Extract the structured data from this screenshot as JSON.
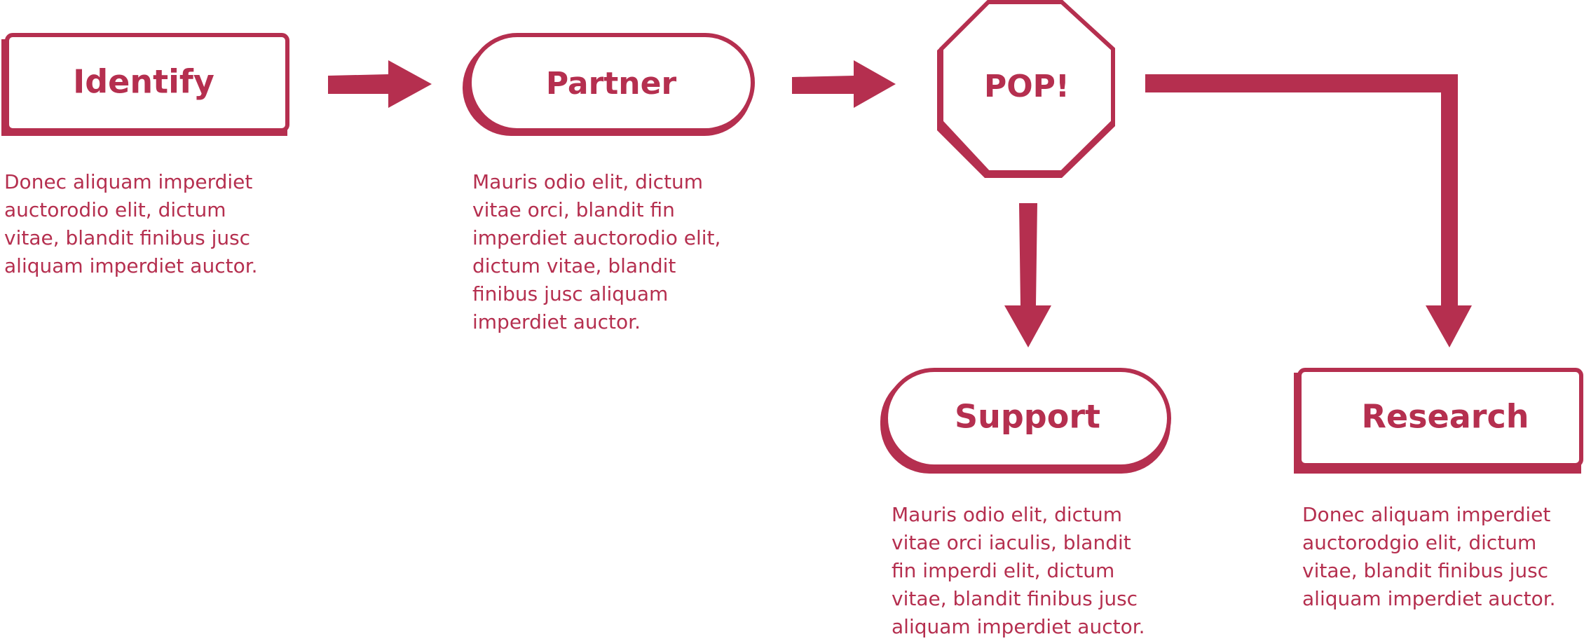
{
  "accent_color": "#b52f4f",
  "background_color": "#ffffff",
  "nodes": {
    "identify": {
      "label": "Identify",
      "shape": "rectangle",
      "description": [
        "Donec aliquam imperdiet",
        "auctorodio elit, dictum",
        "vitae, blandit finibus jusc",
        "aliquam imperdiet auctor."
      ]
    },
    "partner": {
      "label": "Partner",
      "shape": "pill",
      "description": [
        "Mauris odio elit, dictum",
        "vitae orci, blandit fin",
        "imperdiet auctorodio elit,",
        "dictum vitae, blandit",
        "finibus jusc aliquam",
        "imperdiet auctor."
      ]
    },
    "pop": {
      "label": "POP!",
      "shape": "octagon"
    },
    "support": {
      "label": "Support",
      "shape": "pill",
      "description": [
        "Mauris odio elit, dictum",
        "vitae orci iaculis, blandit",
        "fin imperdi elit, dictum",
        "vitae, blandit finibus jusc",
        "aliquam imperdiet auctor."
      ]
    },
    "research": {
      "label": "Research",
      "shape": "rectangle",
      "description": [
        "Donec aliquam imperdiet",
        "auctorodgio elit, dictum",
        "vitae, blandit finibus jusc",
        "aliquam imperdiet auctor."
      ]
    }
  },
  "edges": [
    {
      "from": "Identify",
      "to": "Partner"
    },
    {
      "from": "Partner",
      "to": "POP!"
    },
    {
      "from": "POP!",
      "to": "Support"
    },
    {
      "from": "POP!",
      "to": "Research"
    }
  ]
}
